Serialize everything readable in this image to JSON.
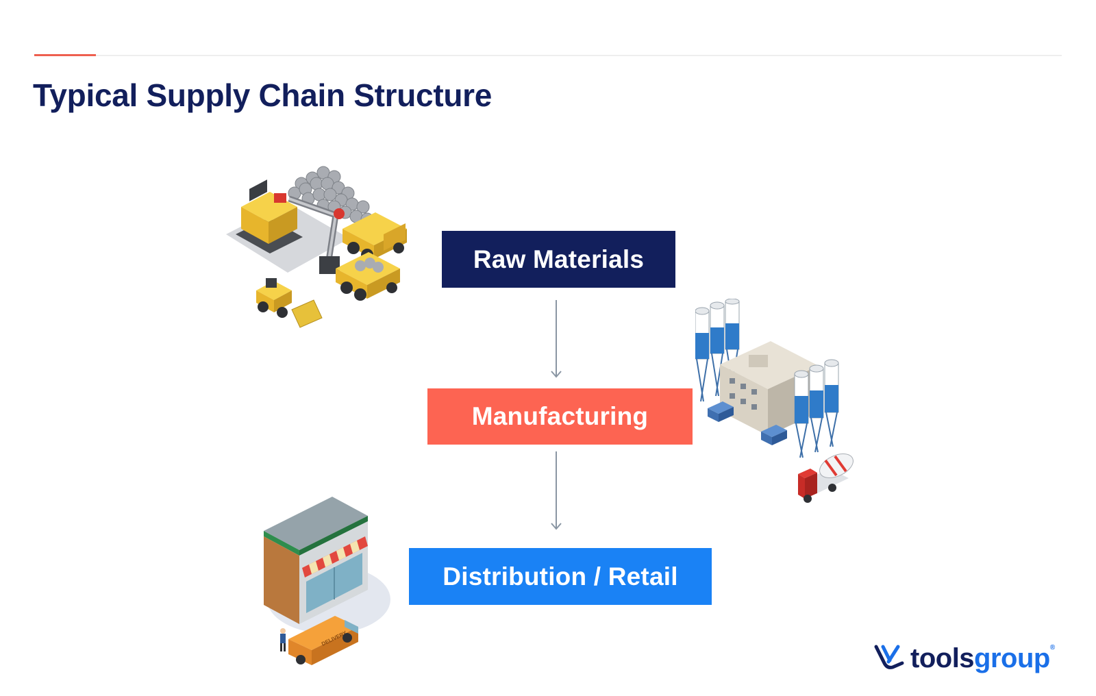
{
  "title": "Typical Supply Chain Structure",
  "colors": {
    "title": "#121f5c",
    "accent_line": "#ee5f4f",
    "raw_materials": "#121f5c",
    "manufacturing": "#fd6452",
    "distribution": "#1a82f5",
    "arrow": "#8a96a3"
  },
  "stages": [
    {
      "label": "Raw Materials",
      "icon": "mining-illustration"
    },
    {
      "label": "Manufacturing",
      "icon": "factory-illustration"
    },
    {
      "label": "Distribution / Retail",
      "icon": "store-delivery-illustration"
    }
  ],
  "store": {
    "van_text": "DELIVERY"
  },
  "logo": {
    "part1": "tools",
    "part2": "group",
    "reg": "®"
  }
}
